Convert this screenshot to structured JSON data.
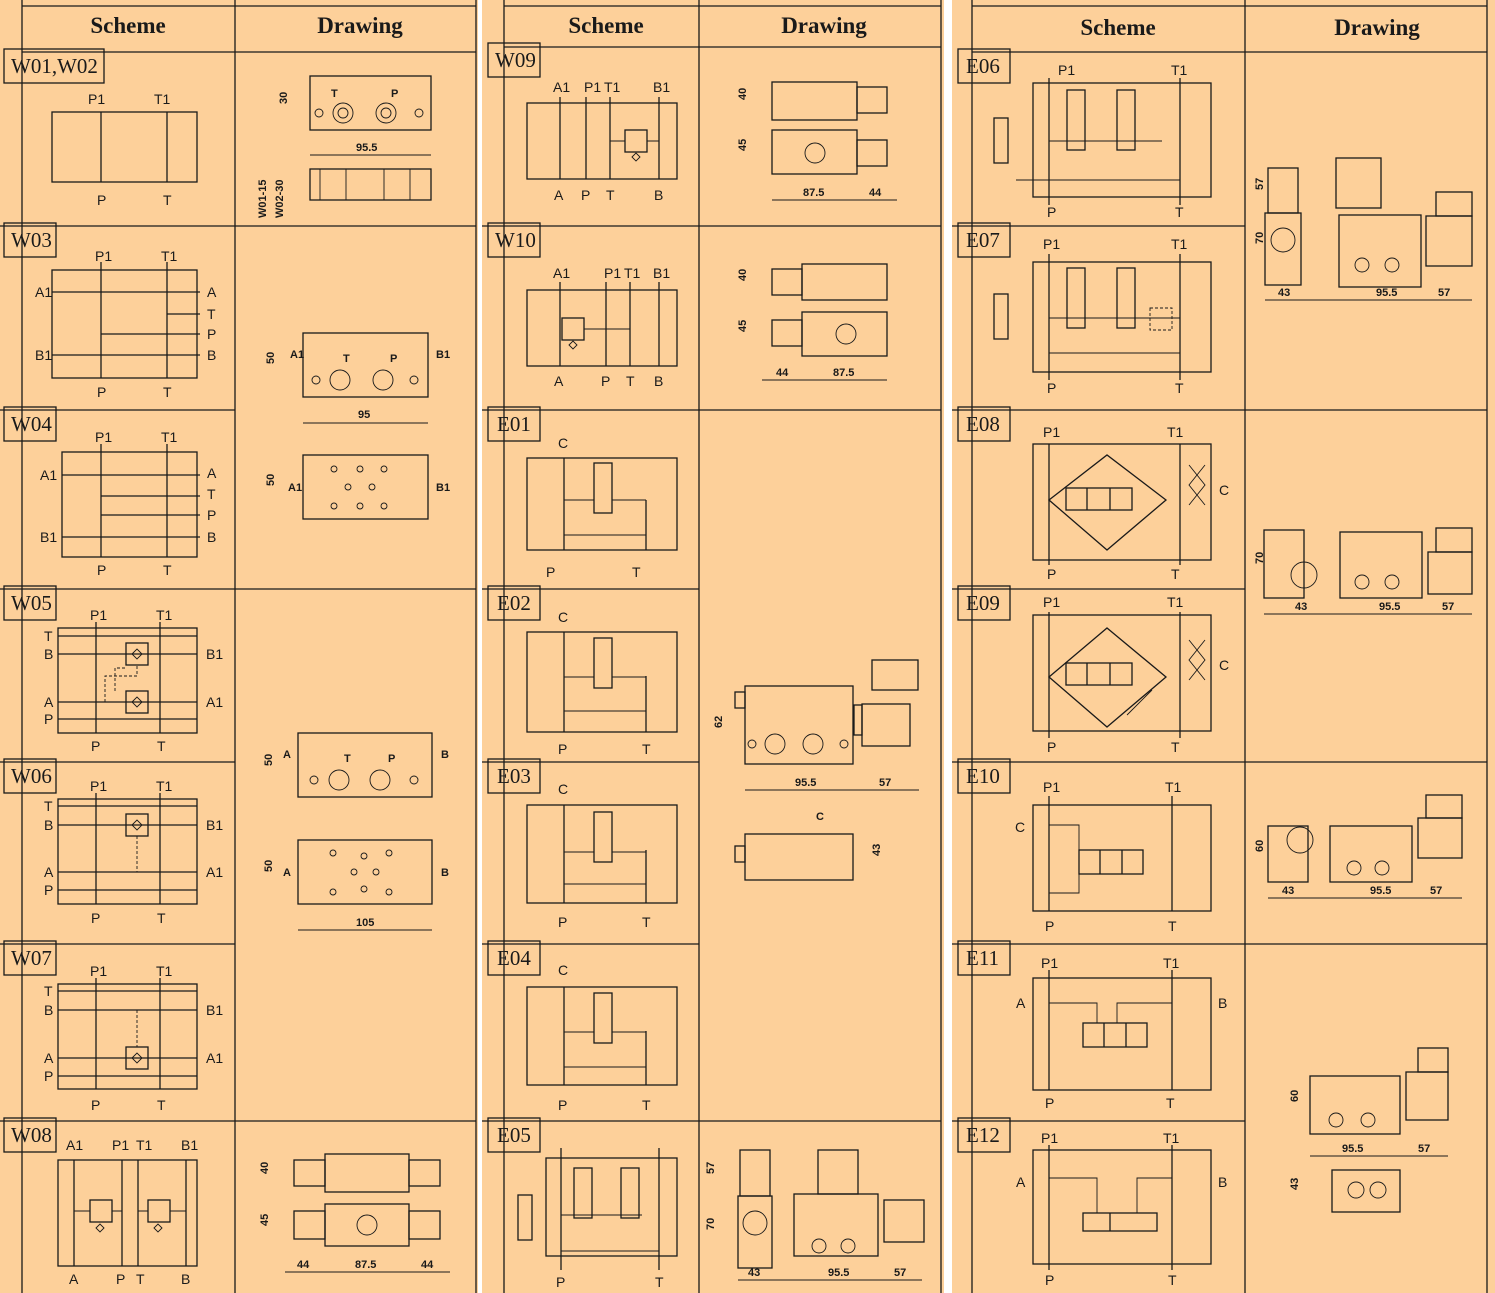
{
  "headers": {
    "scheme": "Scheme",
    "drawing": "Drawing"
  },
  "panels": [
    {
      "codes": [
        "W01,W02",
        "W03",
        "W04",
        "W05",
        "W06",
        "W07",
        "W08"
      ]
    },
    {
      "codes": [
        "W09",
        "W10",
        "E01",
        "E02",
        "E03",
        "E04",
        "E05"
      ]
    },
    {
      "codes": [
        "E06",
        "E07",
        "E08",
        "E09",
        "E10",
        "E11",
        "E12"
      ]
    }
  ],
  "ports": {
    "p": "P",
    "t": "T",
    "p1": "P1",
    "t1": "T1",
    "a": "A",
    "b": "B",
    "a1": "A1",
    "b1": "B1",
    "c": "C"
  },
  "dimensions": {
    "w01_30": "30",
    "w01_955": "95.5",
    "w01_side": "W01-15",
    "w01_side2": "W02-30",
    "w03_50": "50",
    "w03_95": "95",
    "w04_50": "50",
    "w05_50": "50",
    "w06_50": "50",
    "w06_105": "105",
    "w08_40": "40",
    "w08_45": "45",
    "w08_44a": "44",
    "w08_875": "87.5",
    "w08_44b": "44",
    "w09_40": "40",
    "w09_45": "45",
    "w09_875": "87.5",
    "w09_44": "44",
    "w10_40": "40",
    "w10_45": "45",
    "w10_44": "44",
    "w10_875": "87.5",
    "e01_62": "62",
    "e01_955": "95.5",
    "e01_57": "57",
    "e01_43": "43",
    "e05_57": "57",
    "e05_70": "70",
    "e05_43": "43",
    "e05_955": "95.5",
    "e05_57b": "57",
    "e06_57": "57",
    "e06_70": "70",
    "e06_43": "43",
    "e06_955": "95.5",
    "e06_57b": "57",
    "e08_70": "70",
    "e08_43": "43",
    "e08_955": "95.5",
    "e08_57": "57",
    "e10_60": "60",
    "e10_43": "43",
    "e10_955": "95.5",
    "e10_57": "57",
    "e11_60": "60",
    "e11_955": "95.5",
    "e11_57": "57",
    "e11_43": "43"
  }
}
